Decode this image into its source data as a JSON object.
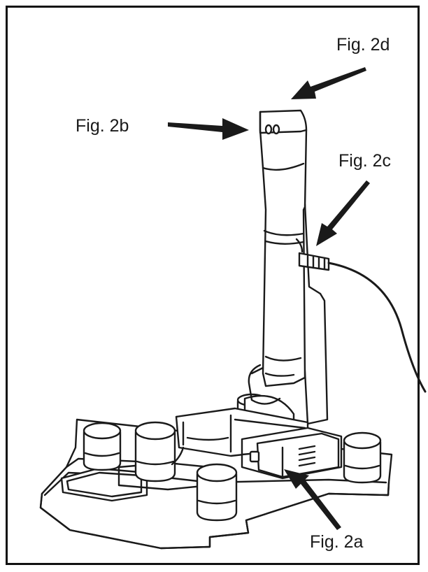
{
  "labels": {
    "fig_2a": "Fig. 2a",
    "fig_2b": "Fig. 2b",
    "fig_2c": "Fig. 2c",
    "fig_2d": "Fig. 2d"
  },
  "colors": {
    "line": "#1a1a1a",
    "arrow": "#1a1a1a",
    "background": "#ffffff"
  }
}
